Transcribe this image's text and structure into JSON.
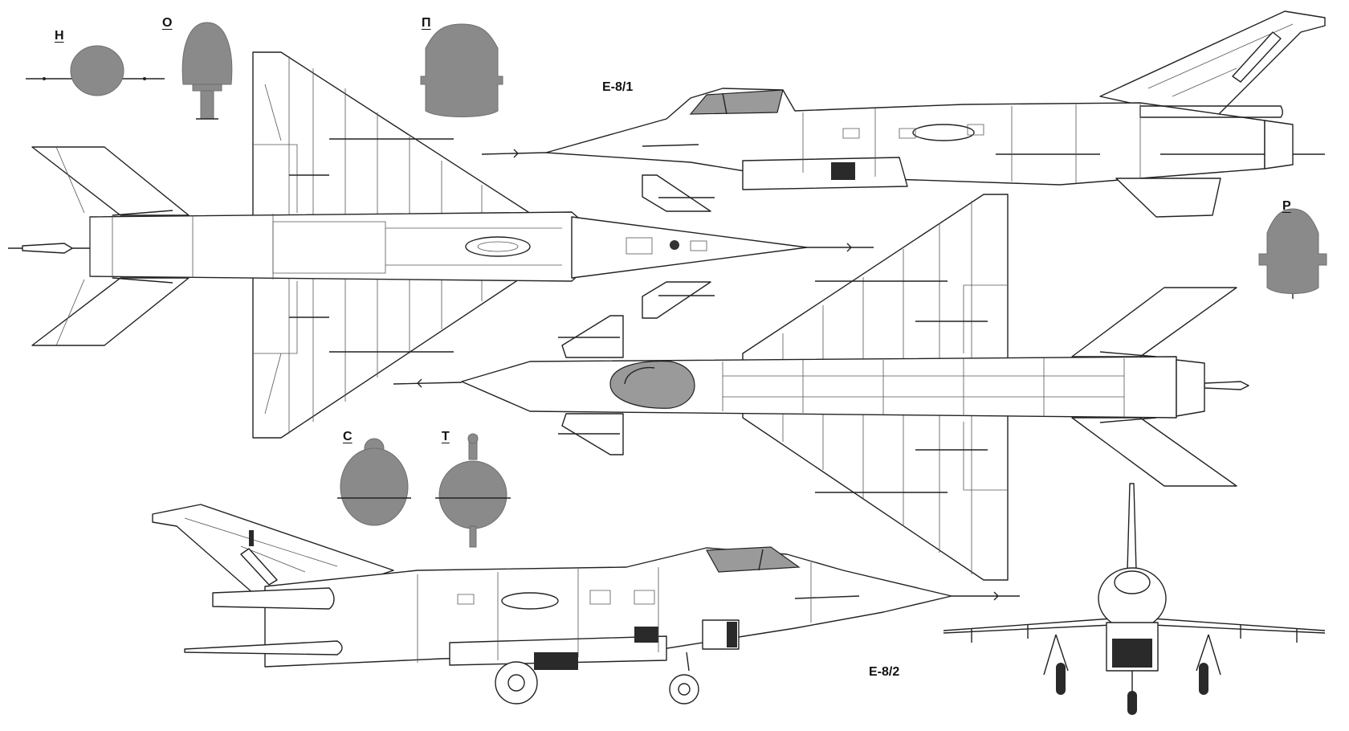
{
  "labels": {
    "section_h": "Н",
    "section_o": "О",
    "section_p": "П",
    "section_r": "Р",
    "section_s": "С",
    "section_t": "Т",
    "variant_1": "Е-8/1",
    "variant_2": "Е-8/2"
  },
  "colors": {
    "line": "#222222",
    "section_fill": "#8a8a8a",
    "background": "#ffffff"
  }
}
